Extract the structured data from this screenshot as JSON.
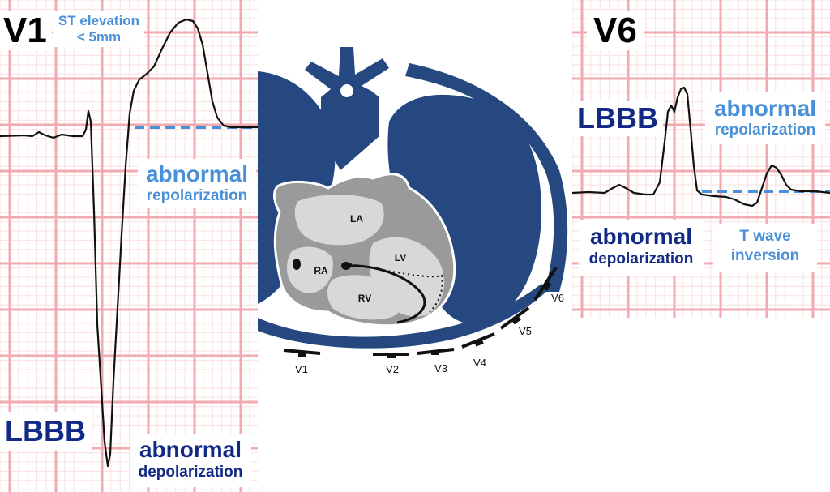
{
  "v1": {
    "lead": "V1",
    "st_line1": "ST elevation",
    "st_line2": "< 5mm",
    "repol_line1": "abnormal",
    "repol_line2": "repolarization",
    "lbbb": "LBBB",
    "depol_line1": "abnormal",
    "depol_line2": "depolarization"
  },
  "v6": {
    "lead": "V6",
    "lbbb": "LBBB",
    "repol_line1": "abnormal",
    "repol_line2": "repolarization",
    "depol_line1": "abnormal",
    "depol_line2": "depolarization",
    "twave_line1": "T wave",
    "twave_line2": "inversion"
  },
  "heart": {
    "chambers": {
      "la": "LA",
      "lv": "LV",
      "ra": "RA",
      "rv": "RV"
    },
    "electrodes": [
      "V1",
      "V2",
      "V3",
      "V4",
      "V5",
      "V6"
    ]
  },
  "colors": {
    "grid_major": "#f0aab0",
    "grid_minor": "#fbe0e2",
    "dark_blue": "#122a86",
    "light_blue": "#4a90d9",
    "body_blue": "#24487f",
    "heart_gray": "#9a9a9a",
    "chamber_light": "#d8d8d8"
  }
}
